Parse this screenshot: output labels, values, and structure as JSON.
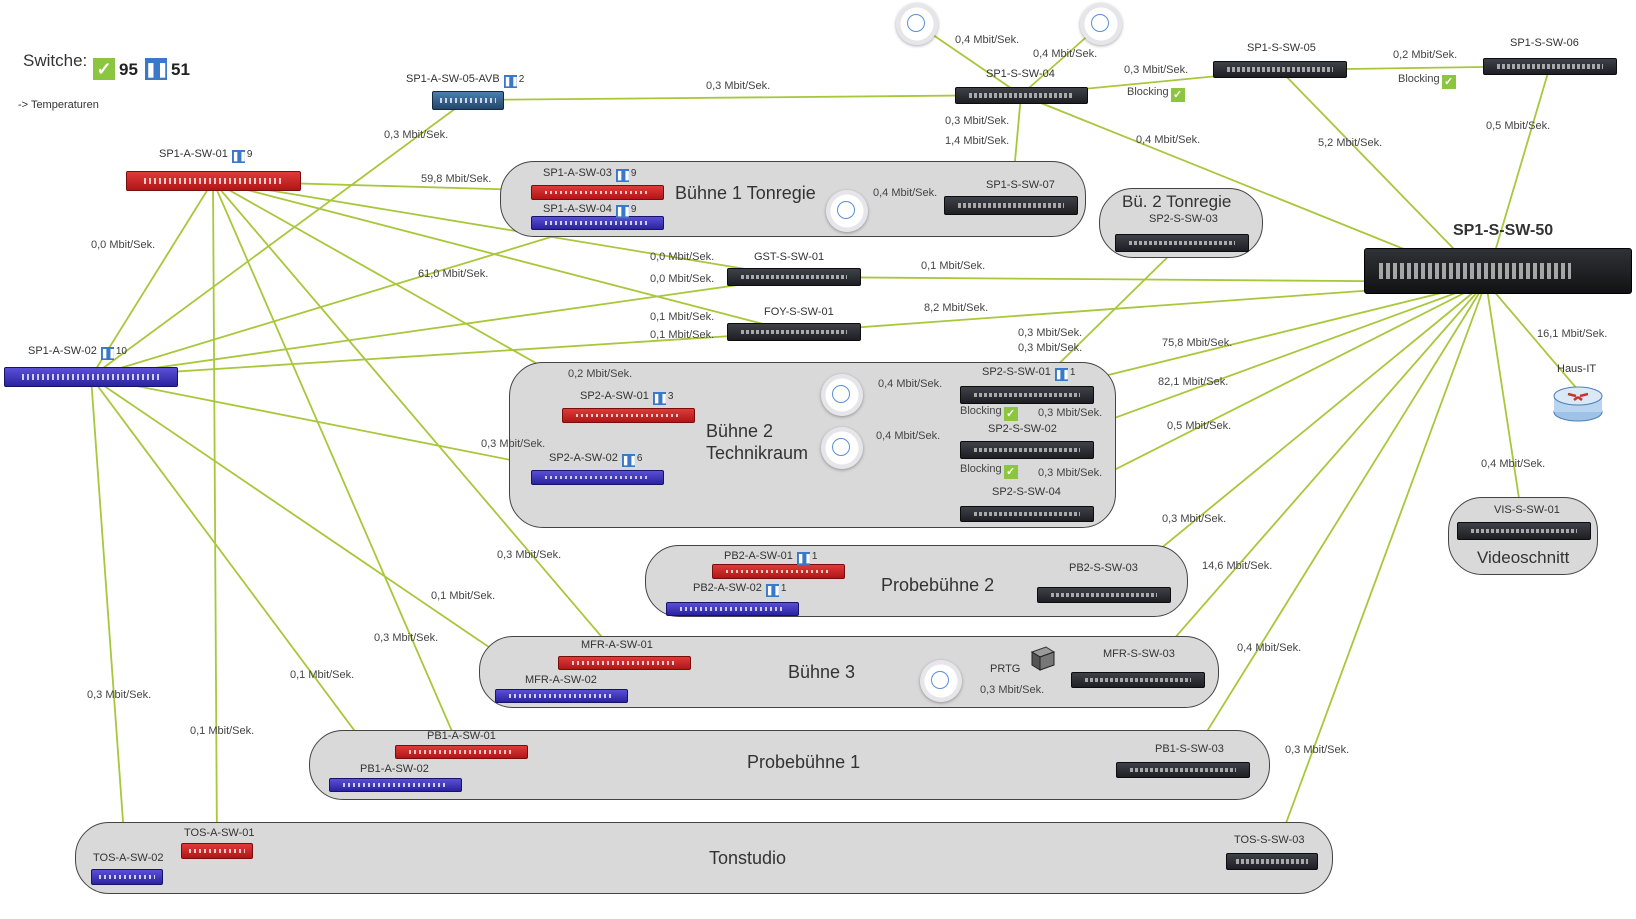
{
  "legend": {
    "title": "Switche:",
    "ok_count": "95",
    "paused_count": "51",
    "temperature_link": "-> Temperaturen"
  },
  "groups": [
    {
      "title": "Bühne 1 Tonregie"
    },
    {
      "title": "Bü. 2 Tonregie"
    },
    {
      "title": "Bühne 2\nTechnikraum"
    },
    {
      "title": "Probebühne 2"
    },
    {
      "title": "Bühne 3"
    },
    {
      "title": "Probebühne 1"
    },
    {
      "title": "Tonstudio"
    },
    {
      "title": "Videoschnitt"
    }
  ],
  "devices": [
    {
      "name": "SP1-A-SW-05-AVB",
      "badge": "2"
    },
    {
      "name": "SP1-A-SW-01",
      "badge": "9"
    },
    {
      "name": "SP1-A-SW-02",
      "badge": "10"
    },
    {
      "name": "SP1-A-SW-03",
      "badge": "9"
    },
    {
      "name": "SP1-A-SW-04",
      "badge": "9"
    },
    {
      "name": "SP1-S-SW-04",
      "badge": ""
    },
    {
      "name": "SP1-S-SW-05",
      "badge": ""
    },
    {
      "name": "SP1-S-SW-06",
      "badge": ""
    },
    {
      "name": "SP1-S-SW-07",
      "badge": ""
    },
    {
      "name": "SP2-S-SW-03",
      "badge": ""
    },
    {
      "name": "SP1-S-SW-50",
      "badge": ""
    },
    {
      "name": "GST-S-SW-01",
      "badge": ""
    },
    {
      "name": "FOY-S-SW-01",
      "badge": ""
    },
    {
      "name": "SP2-A-SW-01",
      "badge": "3"
    },
    {
      "name": "SP2-A-SW-02",
      "badge": "6"
    },
    {
      "name": "SP2-S-SW-01",
      "badge": "1"
    },
    {
      "name": "SP2-S-SW-02",
      "badge": ""
    },
    {
      "name": "SP2-S-SW-04",
      "badge": ""
    },
    {
      "name": "Haus-IT",
      "badge": ""
    },
    {
      "name": "VIS-S-SW-01",
      "badge": ""
    },
    {
      "name": "PB2-A-SW-01",
      "badge": "1"
    },
    {
      "name": "PB2-A-SW-02",
      "badge": "1"
    },
    {
      "name": "PB2-S-SW-03",
      "badge": ""
    },
    {
      "name": "MFR-A-SW-01",
      "badge": ""
    },
    {
      "name": "MFR-A-SW-02",
      "badge": ""
    },
    {
      "name": "PRTG",
      "badge": ""
    },
    {
      "name": "MFR-S-SW-03",
      "badge": ""
    },
    {
      "name": "PB1-A-SW-01",
      "badge": ""
    },
    {
      "name": "PB1-A-SW-02",
      "badge": ""
    },
    {
      "name": "PB1-S-SW-03",
      "badge": ""
    },
    {
      "name": "TOS-A-SW-01",
      "badge": ""
    },
    {
      "name": "TOS-A-SW-02",
      "badge": ""
    },
    {
      "name": "TOS-S-SW-03",
      "badge": ""
    }
  ],
  "links": [
    {
      "from": "SP1-A-SW-05-AVB",
      "to": "SP1-S-SW-04",
      "label": "0,3 Mbit/Sek."
    },
    {
      "from": "SP1-A-SW-05-AVB",
      "to": "SP1-A-SW-02",
      "label": "0,3 Mbit/Sek."
    },
    {
      "from": "AP-1",
      "to": "SP1-S-SW-04",
      "label": "0,4 Mbit/Sek."
    },
    {
      "from": "AP-2",
      "to": "SP1-S-SW-04",
      "label": "0,4 Mbit/Sek."
    },
    {
      "from": "SP1-S-SW-04",
      "to": "SP1-S-SW-05",
      "label": "0,3 Mbit/Sek."
    },
    {
      "from": "SP1-S-SW-05",
      "to": "SP1-S-SW-06",
      "label": "0,2 Mbit/Sek."
    },
    {
      "from": "SP1-S-SW-04",
      "to": "SP1-S-SW-07",
      "label": "0,3 Mbit/Sek."
    },
    {
      "from": "SP1-S-SW-04",
      "to": "SP1-S-SW-07",
      "label": "1,4 Mbit/Sek."
    },
    {
      "from": "SP1-S-SW-04",
      "to": "SP1-S-SW-50",
      "label": "0,4 Mbit/Sek."
    },
    {
      "from": "SP1-S-SW-05",
      "to": "SP1-S-SW-50",
      "label": "5,2 Mbit/Sek."
    },
    {
      "from": "SP1-S-SW-06",
      "to": "SP1-S-SW-50",
      "label": "0,5 Mbit/Sek."
    },
    {
      "from": "SP1-A-SW-01",
      "to": "SP1-A-SW-03",
      "label": "59,8 Mbit/Sek."
    },
    {
      "from": "AP-3",
      "to": "SP1-S-SW-07",
      "label": "0,4 Mbit/Sek."
    },
    {
      "from": "SP1-A-SW-01",
      "to": "SP1-A-SW-02",
      "label": "0,0 Mbit/Sek."
    },
    {
      "from": "SP1-A-SW-02",
      "to": "SP1-A-SW-04",
      "label": "61,0 Mbit/Sek."
    },
    {
      "from": "SP1-A-SW-01",
      "to": "GST-S-SW-01",
      "label": "0,0 Mbit/Sek."
    },
    {
      "from": "SP1-A-SW-02",
      "to": "GST-S-SW-01",
      "label": "0,0 Mbit/Sek."
    },
    {
      "from": "GST-S-SW-01",
      "to": "SP1-S-SW-50",
      "label": "0,1 Mbit/Sek."
    },
    {
      "from": "SP1-A-SW-01",
      "to": "FOY-S-SW-01",
      "label": "0,1 Mbit/Sek."
    },
    {
      "from": "SP1-A-SW-02",
      "to": "FOY-S-SW-01",
      "label": "0,1 Mbit/Sek."
    },
    {
      "from": "FOY-S-SW-01",
      "to": "SP1-S-SW-50",
      "label": "8,2 Mbit/Sek."
    },
    {
      "from": "SP2-S-SW-03",
      "to": "SP2-S-SW-01",
      "label": "0,3 Mbit/Sek."
    },
    {
      "from": "SP2-S-SW-03",
      "to": "SP2-S-SW-01",
      "label": "0,3 Mbit/Sek."
    },
    {
      "from": "SP2-S-SW-01",
      "to": "SP1-S-SW-50",
      "label": "75,8 Mbit/Sek."
    },
    {
      "from": "SP2-S-SW-02",
      "to": "SP1-S-SW-50",
      "label": "82,1 Mbit/Sek."
    },
    {
      "from": "SP1-S-SW-50",
      "to": "Haus-IT",
      "label": "16,1 Mbit/Sek."
    },
    {
      "from": "SP1-A-SW-01",
      "to": "SP2-A-SW-01",
      "label": "0,2 Mbit/Sek."
    },
    {
      "from": "AP-4",
      "to": "SP2-S-SW-01",
      "label": "0,4 Mbit/Sek."
    },
    {
      "from": "SP2-S-SW-01",
      "to": "SP2-S-SW-02",
      "label": "0,3 Mbit/Sek."
    },
    {
      "from": "SP2-S-SW-04",
      "to": "SP1-S-SW-50",
      "label": "0,5 Mbit/Sek."
    },
    {
      "from": "SP1-A-SW-02",
      "to": "SP2-A-SW-02",
      "label": "0,3 Mbit/Sek."
    },
    {
      "from": "AP-5",
      "to": "SP2-S-SW-02",
      "label": "0,4 Mbit/Sek."
    },
    {
      "from": "SP2-S-SW-02",
      "to": "SP2-S-SW-04",
      "label": "0,3 Mbit/Sek."
    },
    {
      "from": "SP1-S-SW-50",
      "to": "VIS-S-SW-01",
      "label": "0,4 Mbit/Sek."
    },
    {
      "from": "PB2-S-SW-03",
      "to": "SP1-S-SW-50",
      "label": "0,3 Mbit/Sek."
    },
    {
      "from": "SP1-A-SW-01",
      "to": "MFR-A-SW-01",
      "label": "0,3 Mbit/Sek."
    },
    {
      "from": "MFR-S-SW-03",
      "to": "SP1-S-SW-50",
      "label": "14,6 Mbit/Sek."
    },
    {
      "from": "SP1-A-SW-02",
      "to": "MFR-A-SW-02",
      "label": "0,1 Mbit/Sek."
    },
    {
      "from": "SP1-A-SW-01",
      "to": "PB1-A-SW-01",
      "label": "0,3 Mbit/Sek."
    },
    {
      "from": "PB1-S-SW-03",
      "to": "SP1-S-SW-50",
      "label": "0,4 Mbit/Sek."
    },
    {
      "from": "SP1-A-SW-02",
      "to": "PB1-A-SW-02",
      "label": "0,1 Mbit/Sek."
    },
    {
      "from": "AP-6",
      "to": "MFR-S-SW-03",
      "label": "0,3 Mbit/Sek."
    },
    {
      "from": "SP1-A-SW-02",
      "to": "TOS-A-SW-02",
      "label": "0,3 Mbit/Sek."
    },
    {
      "from": "SP1-A-SW-01",
      "to": "TOS-A-SW-01",
      "label": "0,1 Mbit/Sek."
    },
    {
      "from": "TOS-S-SW-03",
      "to": "SP1-S-SW-50",
      "label": "0,3 Mbit/Sek."
    }
  ],
  "blocking_label": "Blocking",
  "colors": {
    "link": "#a8c73a",
    "ok": "#8cc63f",
    "paused": "#3a78c9",
    "region": "#d9d9d9"
  }
}
